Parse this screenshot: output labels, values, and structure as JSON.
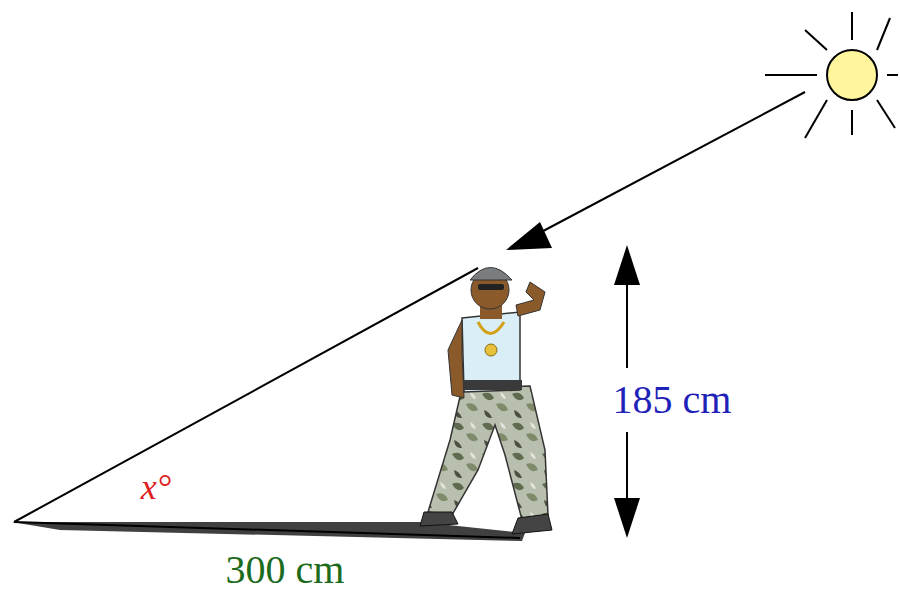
{
  "diagram": {
    "labels": [
      "x°",
      "185 cm",
      "300 cm"
    ]
  }
}
